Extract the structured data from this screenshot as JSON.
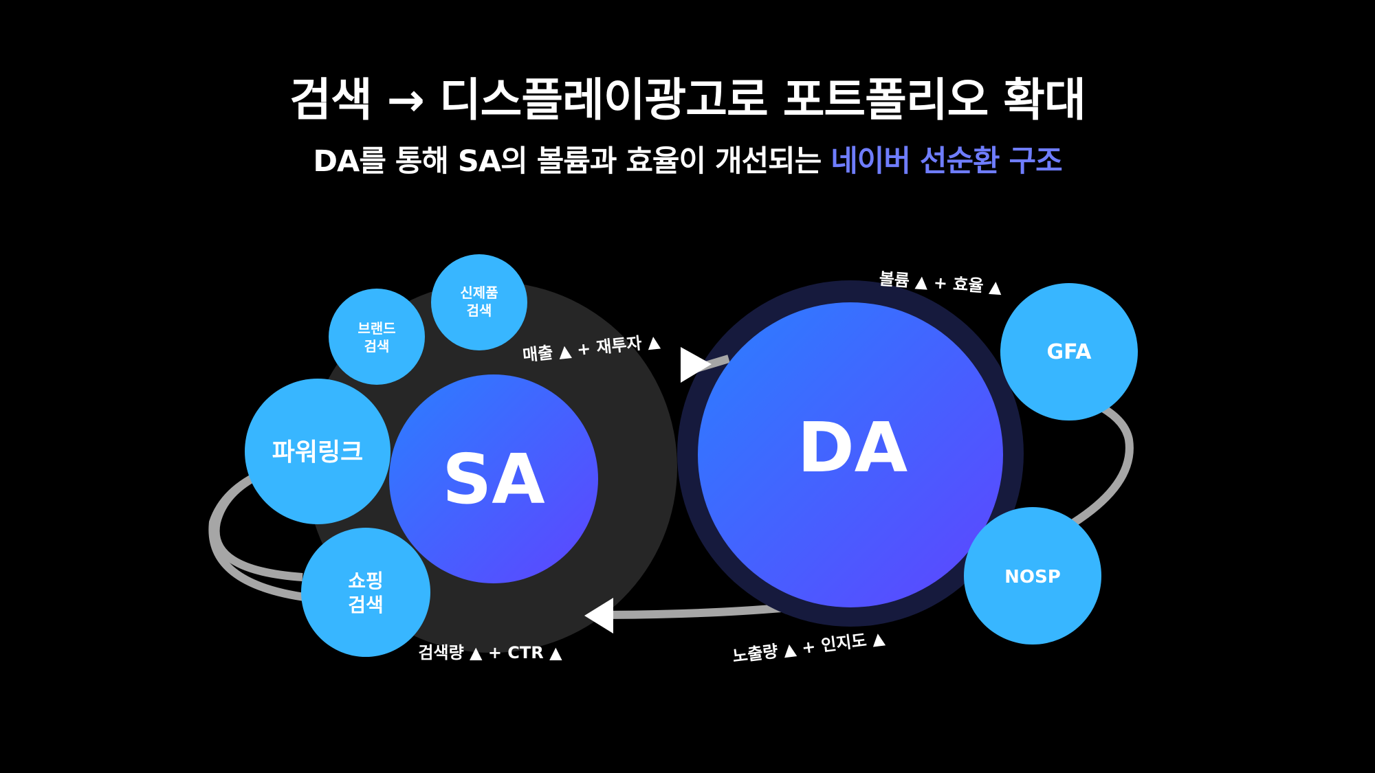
{
  "title": "검색 → 디스플레이광고로 포트폴리오 확대",
  "subtitle": {
    "text": "DA를 통해 SA의 볼륨과 효율이 개선되는 ",
    "highlight": "네이버 선순환 구조"
  },
  "colors": {
    "background": "#000000",
    "highlight": "#6f7dff",
    "satellite": "#38b6ff",
    "core_gradient_start": "#2b7fff",
    "core_gradient_end": "#5e45ff",
    "orbit": "#a6a6a6",
    "sa_halo": "#262626",
    "da_halo": "#161a3d"
  },
  "sa": {
    "label": "SA",
    "satellites": {
      "new_product": [
        "신제품",
        "검색"
      ],
      "brand": [
        "브랜드",
        "검색"
      ],
      "powerlink": [
        "파워링크"
      ],
      "shopping": [
        "쇼핑",
        "검색"
      ]
    }
  },
  "da": {
    "label": "DA",
    "satellites": {
      "gfa": [
        "GFA"
      ],
      "nosp": [
        "NOSP"
      ]
    }
  },
  "flows": {
    "sa_to_da": "매출 ▲ + 재투자 ▲",
    "da_to_sa": "노출량 ▲ + 인지도 ▲",
    "da_top": "볼륨 ▲ + 효율 ▲",
    "sa_bottom": "검색량 ▲ + CTR ▲"
  }
}
